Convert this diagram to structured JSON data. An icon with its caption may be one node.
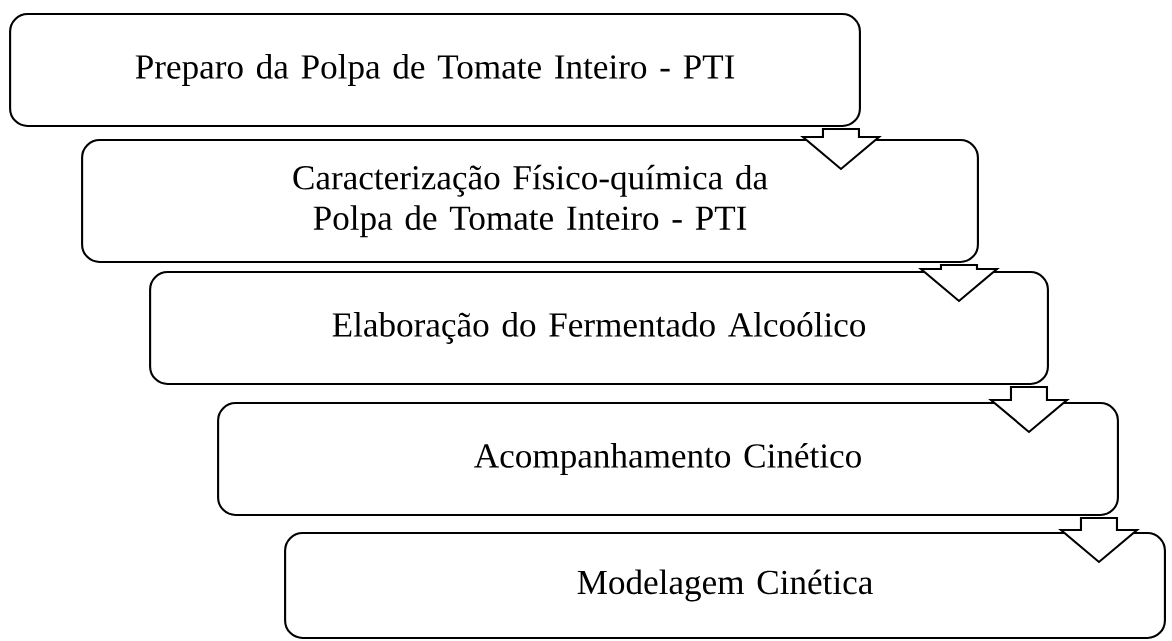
{
  "diagram": {
    "nodes": [
      {
        "text": [
          "Preparo da Polpa de Tomate Inteiro - PTI"
        ]
      },
      {
        "text": [
          "Caracterização Físico-química da Polpa de Tomate Inteiro - PTI"
        ]
      },
      {
        "text": [
          "Elaboração do Fermentado Alcoólico"
        ]
      },
      {
        "text": [
          "Acompanhamento Cinético"
        ]
      },
      {
        "text": [
          "Modelagem Cinética"
        ]
      }
    ],
    "edges": [
      {
        "from": 0,
        "to": 1,
        "arrow": "to"
      },
      {
        "from": 1,
        "to": 2,
        "arrow": "to"
      },
      {
        "from": 2,
        "to": 3,
        "arrow": "to"
      },
      {
        "from": 3,
        "to": 4,
        "arrow": "to"
      }
    ]
  }
}
